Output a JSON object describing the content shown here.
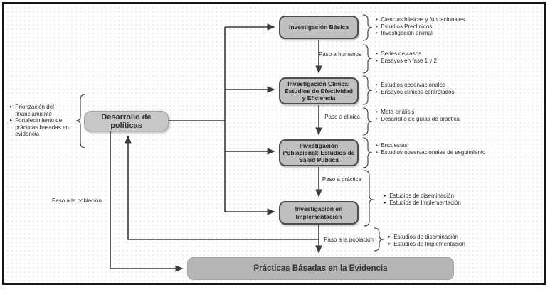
{
  "glyphs": {
    "bullet": "▸"
  },
  "colors": {
    "stage_fill": "#bfbfbf",
    "stage_border": "#4d4d4d",
    "policy_fill": "#c8c8c8",
    "practice_fill": "#b5b5b5",
    "line": "#3a3a3a",
    "text": "#2d2d2d",
    "frame_border": "#161616"
  },
  "policy": {
    "label": "Desarrollo de políticas",
    "bullets": [
      "Priorización del financiamiento",
      "Fortalecimiento de prácticas basadas en evidencia"
    ],
    "feedback_label": "Paso a la población"
  },
  "stages": [
    {
      "label": "Investigación Básica",
      "bullets": [
        "Ciencias básicas y fundacionales",
        "Estudios Preclínicos",
        "Investigación animal"
      ]
    },
    {
      "label": "Investigación Clínica: Estudios de Efectividad y Eficiencia",
      "bullets": [
        "Estudios observacionales",
        "Ensayos clínicos controlados"
      ]
    },
    {
      "label": "Investigación Poblacional: Estudios de Salud Pública",
      "bullets": [
        "Encuestas",
        "Estudios observacionales de seguimiento"
      ]
    },
    {
      "label": "Investigación en Implementación",
      "bullets": [
        "Estudios de diseminación",
        "Estudios de Implementación"
      ]
    }
  ],
  "transitions": [
    {
      "label": "Paso a humanos",
      "bullets": [
        "Series de casos",
        "Ensayos en fase 1 y 2"
      ]
    },
    {
      "label": "Paso a clínica",
      "bullets": [
        "Meta-análisis",
        "Desarrollo de guías de práctica"
      ]
    },
    {
      "label": "Paso a práctica",
      "bullets": []
    },
    {
      "label": "Paso a la población",
      "bullets": [
        "Estudios de diseminación",
        "Estudios de Implementación"
      ]
    }
  ],
  "practice": {
    "label": "Prácticas Básadas en la Evidencia"
  }
}
